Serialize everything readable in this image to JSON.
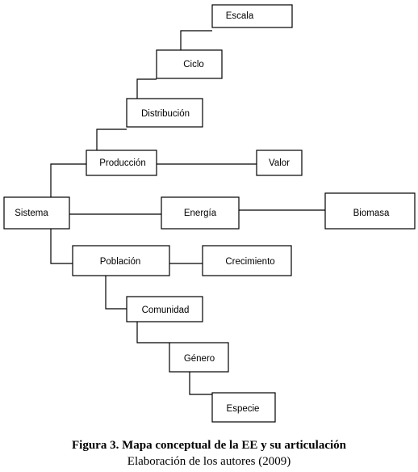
{
  "nodes": {
    "escala": "Escala",
    "ciclo": "Ciclo",
    "distribucion": "Distribución",
    "produccion": "Producción",
    "valor": "Valor",
    "sistema": "Sistema",
    "energia": "Energía",
    "biomasa": "Biomasa",
    "poblacion": "Población",
    "crecimiento": "Crecimiento",
    "comunidad": "Comunidad",
    "genero": "Género",
    "especie": "Especie"
  },
  "edges": [
    [
      "sistema",
      "produccion"
    ],
    [
      "produccion",
      "distribucion"
    ],
    [
      "distribucion",
      "ciclo"
    ],
    [
      "ciclo",
      "escala"
    ],
    [
      "produccion",
      "valor"
    ],
    [
      "sistema",
      "energia"
    ],
    [
      "energia",
      "biomasa"
    ],
    [
      "sistema",
      "poblacion"
    ],
    [
      "poblacion",
      "crecimiento"
    ],
    [
      "poblacion",
      "comunidad"
    ],
    [
      "comunidad",
      "genero"
    ],
    [
      "genero",
      "especie"
    ]
  ],
  "caption": {
    "title": "Figura 3. Mapa conceptual de la EE y su articulación",
    "source": "Elaboración de los autores (2009)"
  }
}
